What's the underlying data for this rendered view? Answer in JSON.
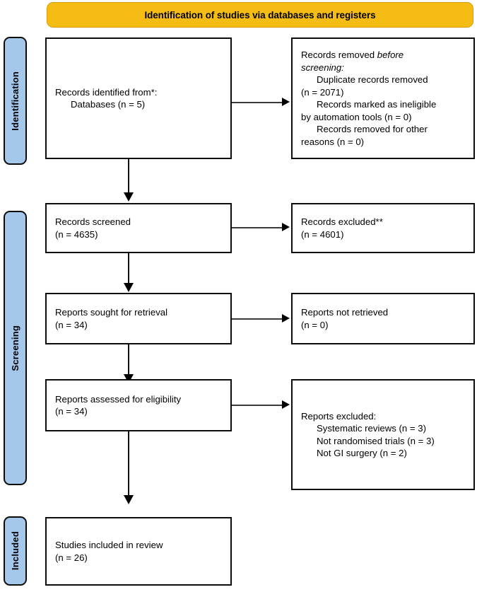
{
  "diagram": {
    "type": "prisma-flow-diagram",
    "banner": {
      "title": "Identification of studies via databases and registers",
      "fill_color": "#F5BC14",
      "border_color": "#D99B09"
    },
    "stage_tabs": [
      {
        "label": "Identification",
        "fill_color": "#A4C7EA"
      },
      {
        "label": "Screening",
        "fill_color": "#A4C7EA"
      },
      {
        "label": "Included",
        "fill_color": "#A4C7EA"
      }
    ],
    "boxes": {
      "identified": {
        "lines": [
          "Records identified from*:",
          "Databases (n = 5)"
        ]
      },
      "removed_before_screening": {
        "lines": [
          "Records removed before",
          "screening:",
          "Duplicate records removed",
          "(n = 2071)",
          "Records marked as ineligible",
          "by automation tools (n = 0)",
          "Records removed for other",
          "reasons (n = 0)"
        ]
      },
      "records_screened": {
        "lines": [
          "Records screened",
          "(n = 4635)"
        ]
      },
      "records_excluded": {
        "lines": [
          "Records excluded**",
          "(n = 4601)"
        ]
      },
      "reports_sought": {
        "lines": [
          "Reports sought for retrieval",
          "(n = 34)"
        ]
      },
      "reports_not_retrieved": {
        "lines": [
          "Reports not retrieved",
          "(n = 0)"
        ]
      },
      "reports_assessed": {
        "lines": [
          "Reports assessed for eligibility",
          "(n = 34)"
        ]
      },
      "reports_excluded": {
        "lines": [
          "Reports excluded:",
          "Systematic reviews (n = 3)",
          "Not randomised trials (n = 3)",
          "Not GI surgery (n = 2)"
        ]
      },
      "studies_included": {
        "lines": [
          "Studies included in review",
          "(n = 26)"
        ]
      }
    },
    "counts": {
      "records_identified_databases": 5,
      "duplicate_records_removed": 2071,
      "records_marked_ineligible_automation": 0,
      "records_removed_other_reasons": 0,
      "records_screened": 4635,
      "records_excluded": 4601,
      "reports_sought_for_retrieval": 34,
      "reports_not_retrieved": 0,
      "reports_assessed_for_eligibility": 34,
      "reports_excluded_systematic_reviews": 3,
      "reports_excluded_not_randomised": 3,
      "reports_excluded_not_gi_surgery": 2,
      "studies_included_in_review": 26
    }
  }
}
